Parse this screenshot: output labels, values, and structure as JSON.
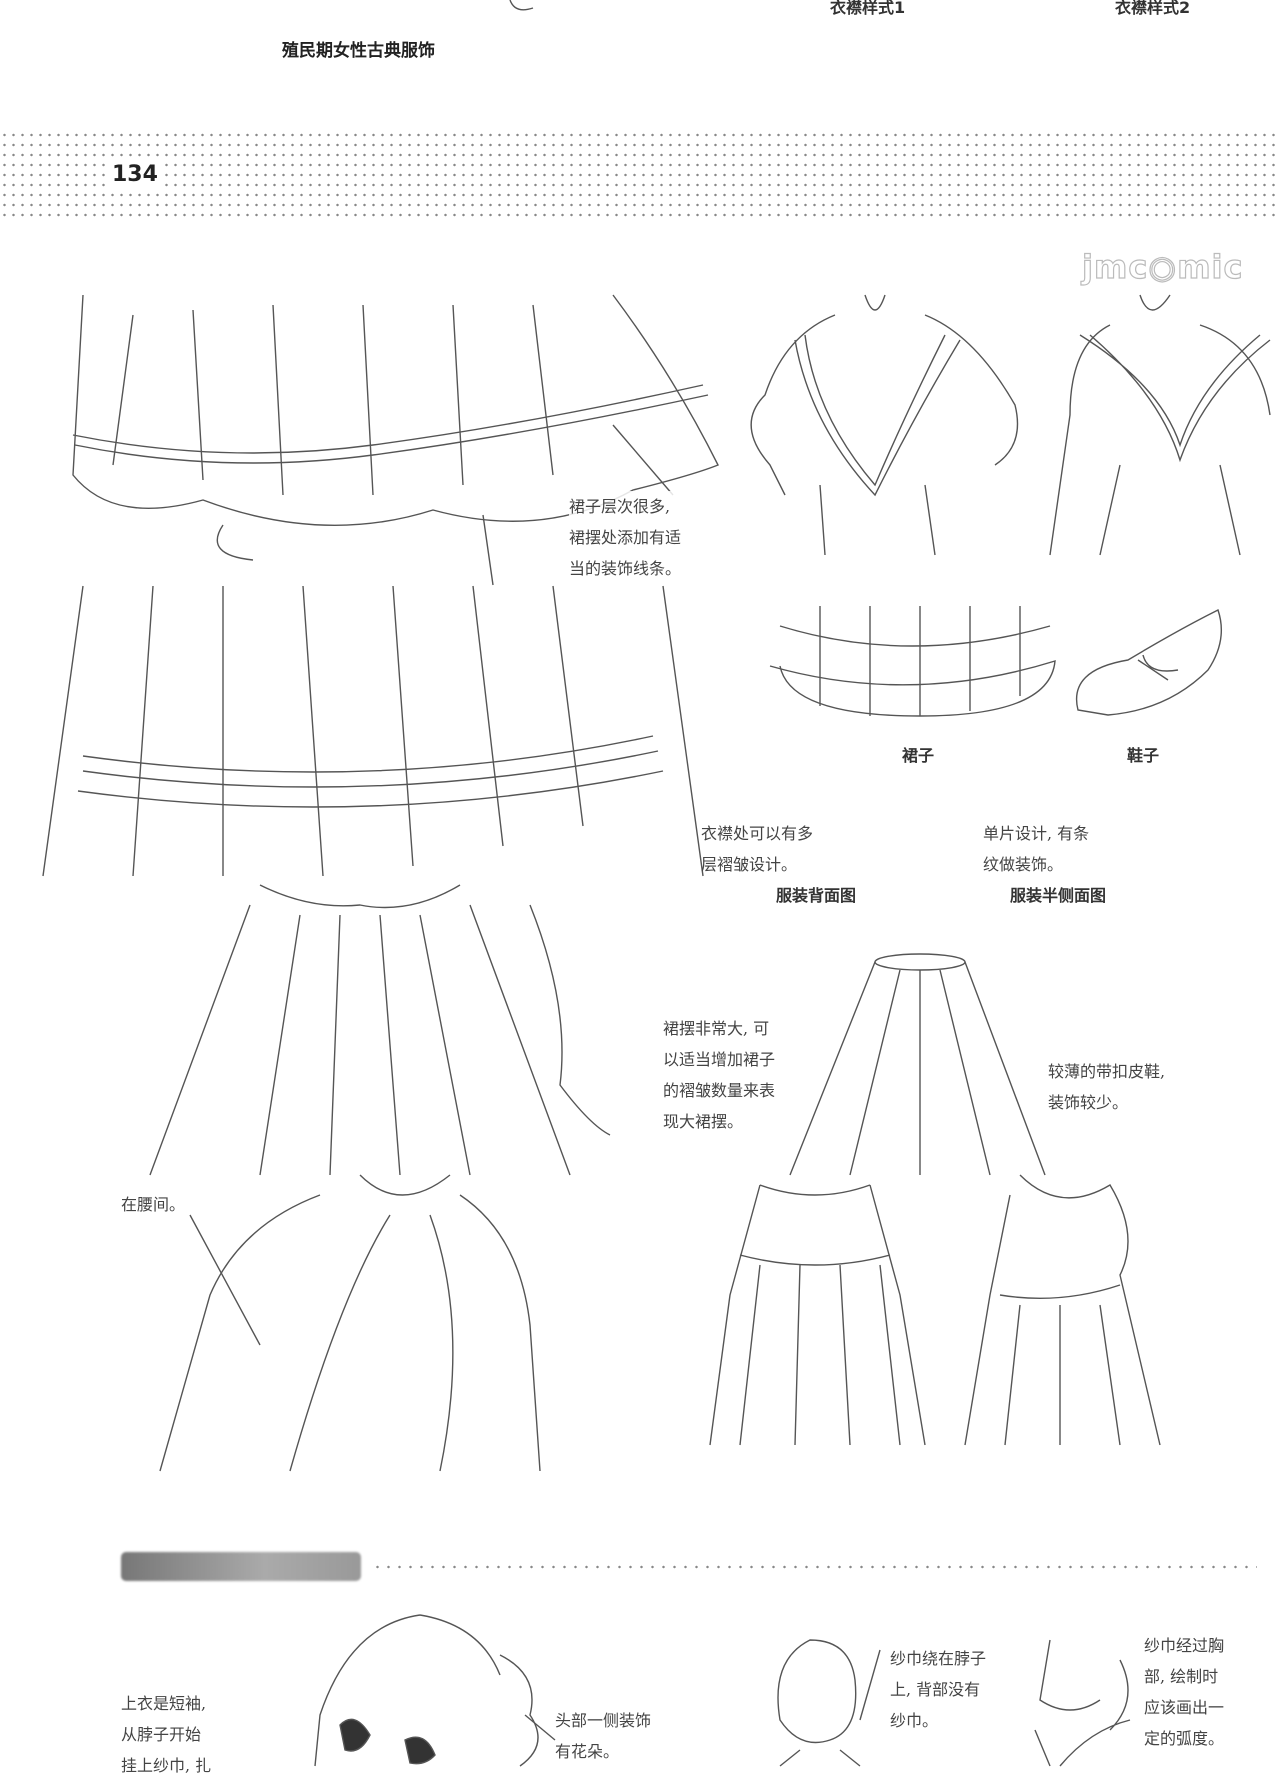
{
  "header": {
    "top_labels": [
      "衣襟样式1",
      "衣襟样式2"
    ],
    "section_title": "殖民期女性古典服饰",
    "page_number": "134",
    "watermark": "jmcomic"
  },
  "panels": {
    "skirt_layers_caption": [
      "裙子层次很多,",
      "裙摆处添加有适",
      "当的装饰线条。"
    ],
    "label_skirt": "裙子",
    "label_shoes": "鞋子",
    "collar_caption": [
      "衣襟处可以有多",
      "层褶皱设计。"
    ],
    "single_piece_caption": [
      "单片设计, 有条",
      "纹做装饰。"
    ],
    "label_back_view": "服装背面图",
    "label_half_side_view": "服装半侧面图",
    "hem_caption": [
      "裙摆非常大, 可",
      "以适当增加裙子",
      "的褶皱数量来表",
      "现大裙摆。"
    ],
    "shoe_caption": [
      "较薄的带扣皮鞋,",
      "装饰较少。"
    ],
    "waist_caption": "在腰间。"
  },
  "bottom": {
    "short_sleeve_caption": [
      "上衣是短袖,",
      "从脖子开始",
      "挂上纱巾, 扎"
    ],
    "flower_caption": [
      "头部一侧装饰",
      "有花朵。"
    ],
    "scarf_neck_caption": [
      "纱巾绕在脖子",
      "上, 背部没有",
      "纱巾。"
    ],
    "scarf_chest_caption": [
      "纱巾经过胸",
      "部, 绘制时",
      "应该画出一",
      "定的弧度。"
    ]
  }
}
